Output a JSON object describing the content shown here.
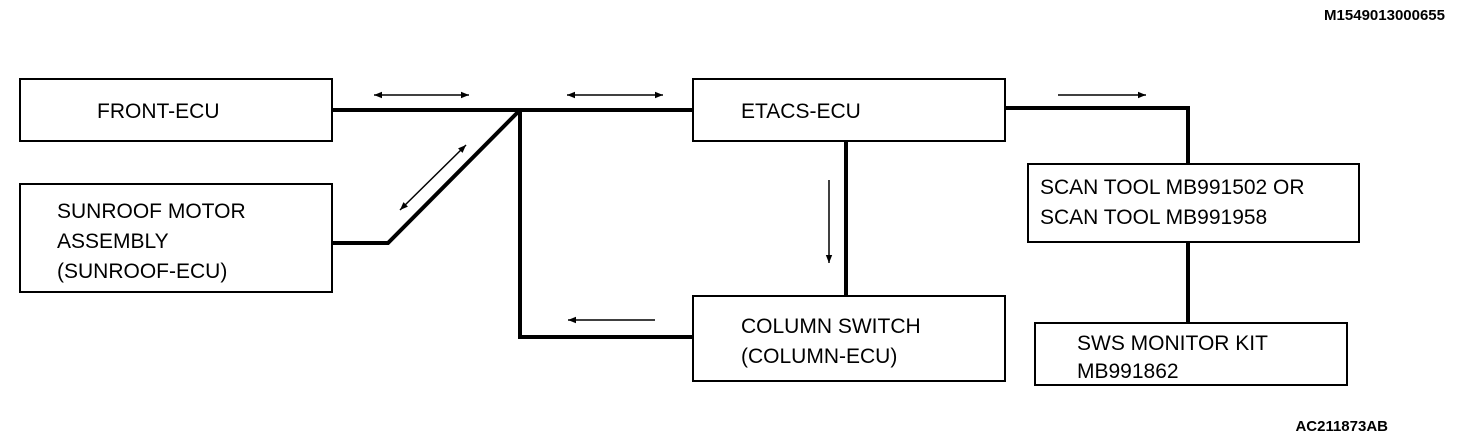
{
  "figure_code_top": "M1549013000655",
  "figure_code_bottom": "AC211873AB",
  "colors": {
    "line": "#000000",
    "background": "#ffffff"
  },
  "boxes": {
    "front_ecu": {
      "lines": [
        "FRONT-ECU"
      ]
    },
    "sunroof_ecu": {
      "lines": [
        "SUNROOF MOTOR",
        "ASSEMBLY",
        "(SUNROOF-ECU)"
      ]
    },
    "etacs_ecu": {
      "lines": [
        "ETACS-ECU"
      ]
    },
    "column_ecu": {
      "lines": [
        "COLUMN SWITCH",
        "(COLUMN-ECU)"
      ]
    },
    "scan_tool": {
      "lines": [
        "SCAN TOOL MB991502 OR",
        "SCAN TOOL MB991958"
      ]
    },
    "sws_monitor": {
      "lines": [
        "SWS MONITOR KIT",
        "MB991862"
      ]
    }
  }
}
